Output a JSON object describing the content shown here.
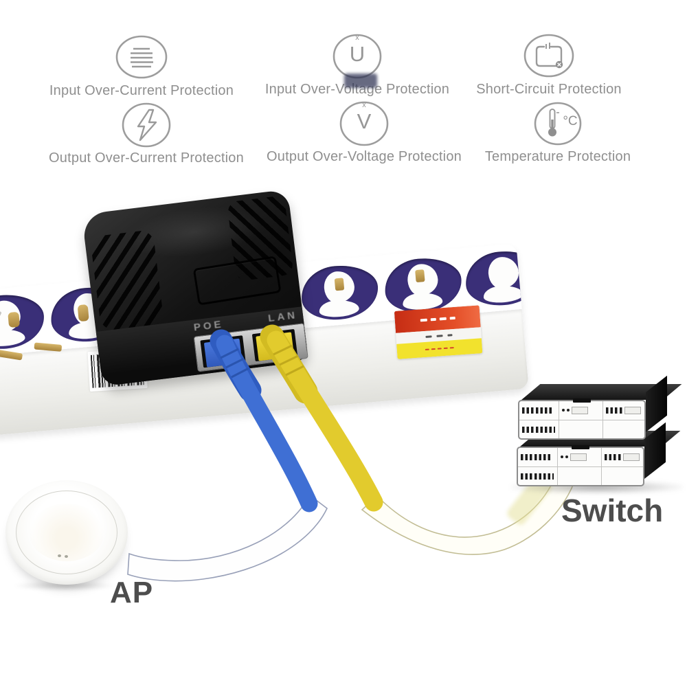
{
  "features": [
    {
      "label": "Input Over-Current Protection",
      "icon": "over-current-lines-icon"
    },
    {
      "label": "Input Over-Voltage Protection",
      "icon": "over-voltage-u-icon"
    },
    {
      "label": "Short-Circuit Protection",
      "icon": "short-circuit-icon"
    },
    {
      "label": "Output Over-Current Protection",
      "icon": "lightning-icon"
    },
    {
      "label": "Output Over-Voltage Protection",
      "icon": "over-voltage-v-icon"
    },
    {
      "label": "Temperature Protection",
      "icon": "thermometer-icon"
    }
  ],
  "icon_glyphs": {
    "voltage_u": "U",
    "voltage_v": "V",
    "superscript_x": "x",
    "temp_unit": "°C"
  },
  "device": {
    "poe_port_label": "POE",
    "lan_port_label": "LAN"
  },
  "endpoints": {
    "ap_label": "AP",
    "switch_label": "Switch"
  },
  "colors": {
    "poe_cable_blue": "#3f6fd4",
    "lan_cable_yellow": "#e2cb2d",
    "feature_text_gray": "#8f8f8f",
    "endpoint_text_gray": "#4d4d4d",
    "outlet_purple": "#3a2f78",
    "warning_red": "#d93a20",
    "warning_yellow": "#f2e22d"
  }
}
